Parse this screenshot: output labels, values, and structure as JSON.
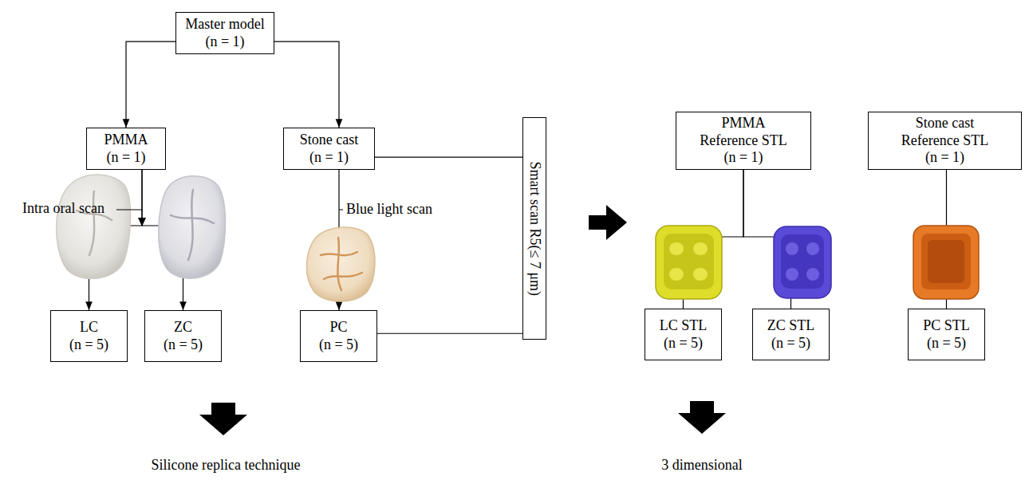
{
  "diagram": {
    "nodes": [
      {
        "text": [
          "Master model",
          "(n = 1)"
        ]
      },
      {
        "text": [
          "PMMA",
          "(n = 1)"
        ]
      },
      {
        "text": [
          "Stone cast",
          "(n = 1)"
        ]
      },
      {
        "text": [
          "LC",
          "(n = 5)"
        ]
      },
      {
        "text": [
          "ZC",
          "(n = 5)"
        ]
      },
      {
        "text": [
          "PC",
          "(n = 5)"
        ]
      },
      {
        "text": [
          "Smart scan R5(≤ 7 μm)"
        ]
      },
      {
        "text": [
          "PMMA Reference STL",
          "(n = 1)"
        ]
      },
      {
        "text": [
          "Stone cast Reference STL",
          "(n = 1)"
        ]
      },
      {
        "text": [
          "LC STL",
          "(n = 5)"
        ]
      },
      {
        "text": [
          "ZC STL",
          "(n = 5)"
        ]
      },
      {
        "text": [
          "PC STL",
          "(n = 5)"
        ]
      }
    ],
    "edges": [
      {
        "from": 0,
        "to": 1,
        "arrow": "to"
      },
      {
        "from": 0,
        "to": 2,
        "arrow": "to"
      },
      {
        "from": 1,
        "to": 3,
        "arrow": "to"
      },
      {
        "from": 1,
        "to": 4,
        "arrow": "to"
      },
      {
        "from": 2,
        "to": 5,
        "arrow": "to"
      },
      {
        "from": 2,
        "to": 6,
        "arrow": "none"
      },
      {
        "from": 5,
        "to": 6,
        "arrow": "none"
      },
      {
        "from": 7,
        "to": 9,
        "arrow": "none"
      },
      {
        "from": 7,
        "to": 10,
        "arrow": "none"
      },
      {
        "from": 8,
        "to": 11,
        "arrow": "none"
      }
    ],
    "labels": [
      "Intra oral scan",
      "Blue light scan",
      "Silicone replica technique",
      "3 dimensional"
    ]
  }
}
